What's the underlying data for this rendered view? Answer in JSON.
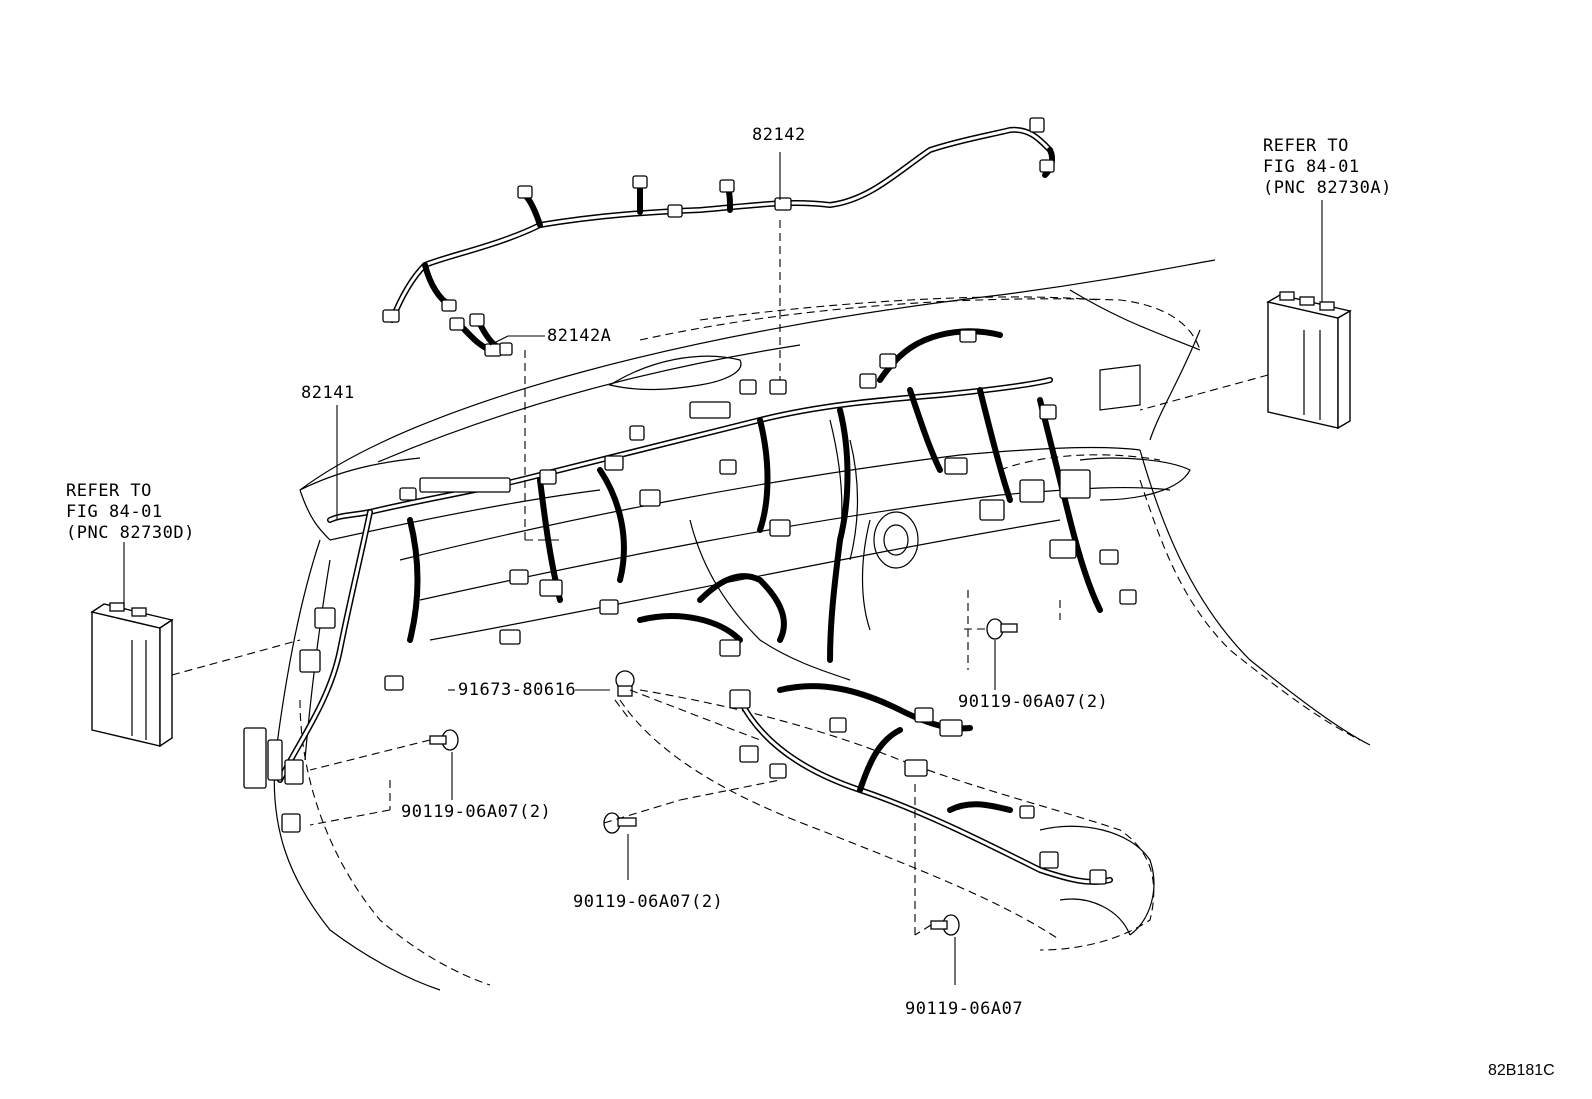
{
  "diagram": {
    "figure_id": "82B181C",
    "parts": {
      "p82142": "82142",
      "p82142A": "82142A",
      "p82141": "82141",
      "p91673": "91673-80616",
      "bolt_right": "90119-06A07(2)",
      "bolt_left": "90119-06A07(2)",
      "bolt_center": "90119-06A07(2)",
      "bolt_bottom": "90119-06A07"
    },
    "refer_right": {
      "line1": "REFER TO",
      "line2": "FIG 84-01",
      "line3": "(PNC 82730A)"
    },
    "refer_left": {
      "line1": "REFER TO",
      "line2": "FIG 84-01",
      "line3": "(PNC 82730D)"
    }
  }
}
